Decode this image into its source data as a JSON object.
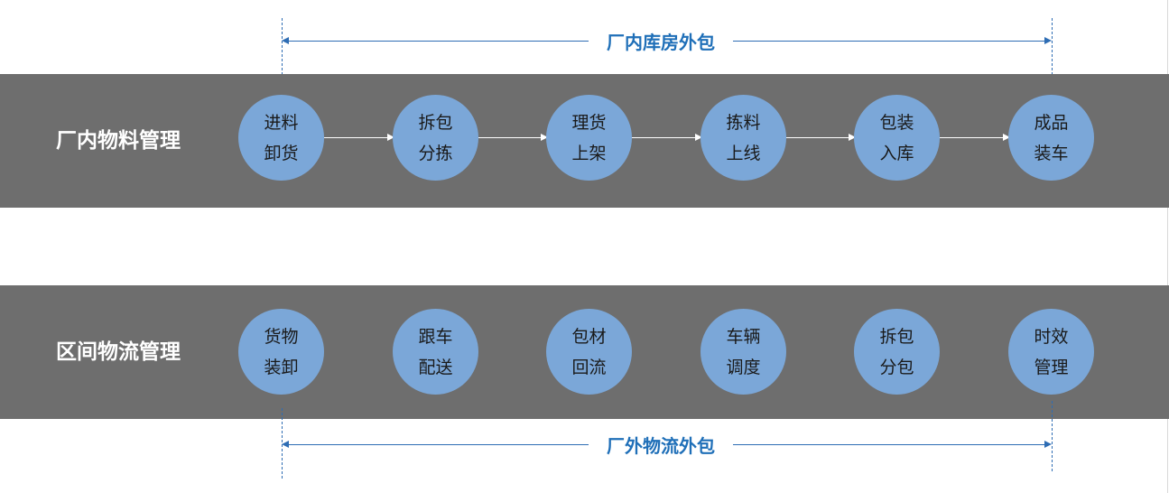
{
  "top_span": {
    "label": "厂内库房外包"
  },
  "bottom_span": {
    "label": "厂外物流外包"
  },
  "band_top": {
    "label": "厂内物料管理",
    "nodes": [
      {
        "line1": "进料",
        "line2": "卸货"
      },
      {
        "line1": "拆包",
        "line2": "分拣"
      },
      {
        "line1": "理货",
        "line2": "上架"
      },
      {
        "line1": "拣料",
        "line2": "上线"
      },
      {
        "line1": "包装",
        "line2": "入库"
      },
      {
        "line1": "成品",
        "line2": "装车"
      }
    ]
  },
  "band_bottom": {
    "label": "区间物流管理",
    "nodes": [
      {
        "line1": "货物",
        "line2": "装卸"
      },
      {
        "line1": "跟车",
        "line2": "配送"
      },
      {
        "line1": "包材",
        "line2": "回流"
      },
      {
        "line1": "车辆",
        "line2": "调度"
      },
      {
        "line1": "拆包",
        "line2": "分包"
      },
      {
        "line1": "时效",
        "line2": "管理"
      }
    ]
  },
  "colors": {
    "band": "#6e6e6e",
    "node": "#7ba7d8",
    "accent": "#1f6fb8"
  }
}
